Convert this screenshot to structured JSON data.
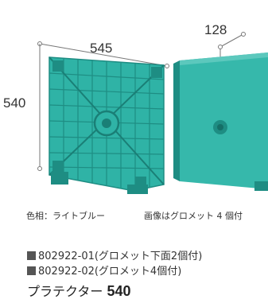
{
  "dimensions": {
    "width": "545",
    "depth": "540",
    "height": "128"
  },
  "caption": {
    "color_label": "色相：ライトブルー",
    "image_note": "画像はグロメット 4 個付"
  },
  "product_codes": [
    {
      "code": "802922-01(グロメット下面2個付)"
    },
    {
      "code": "802922-02(グロメット4個付)"
    }
  ],
  "title": {
    "name": "プラテクター",
    "model": "540"
  },
  "colors": {
    "pallet": "#2fb3a6",
    "pallet_dark": "#1e8d83",
    "text": "#333333"
  }
}
